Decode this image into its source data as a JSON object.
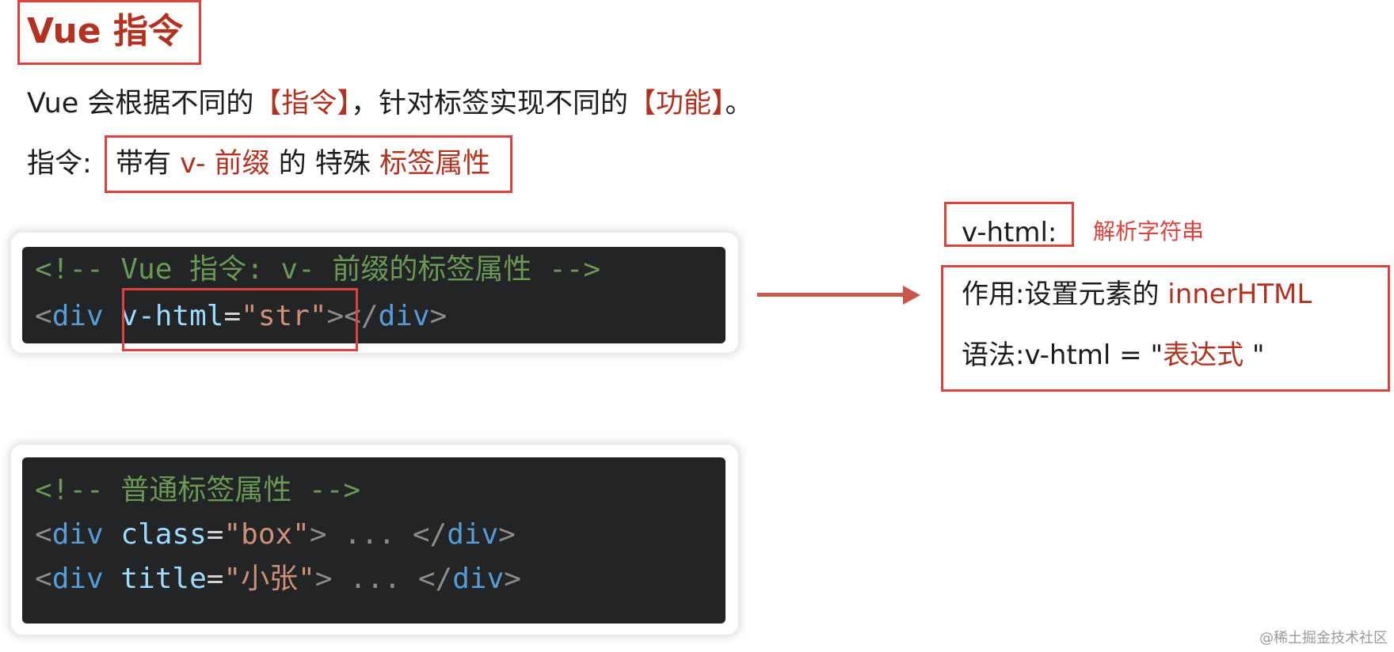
{
  "title": "Vue 指令",
  "intro": {
    "part1": "Vue 会根据不同的",
    "hl1": "【指令】",
    "part2": "，针对标签实现不同的",
    "hl2": "【功能】",
    "part3": "。"
  },
  "definition": {
    "label": "指令:",
    "part1": "带有 ",
    "hl1": "v- 前缀",
    "part2": " 的 特殊 ",
    "hl2": "标签属性"
  },
  "code_vue": {
    "line1": "<!-- Vue 指令: v- 前缀的标签属性 -->",
    "l2_open": "<",
    "l2_tag": "div",
    "l2_attr": "v-html",
    "l2_eq": "=",
    "l2_val": "\"str\"",
    "l2_close1": "></",
    "l2_tag2": "div",
    "l2_close2": ">"
  },
  "code_normal": {
    "line1": "<!-- 普通标签属性 -->",
    "l2_open": "<",
    "l2_tag": "div",
    "l2_attr": "class",
    "l2_eq": "=",
    "l2_val": "\"box\"",
    "l2_mid": "> ... </",
    "l2_tag2": "div",
    "l2_end": ">",
    "l3_open": "<",
    "l3_tag": "div",
    "l3_attr": "title",
    "l3_eq": "=",
    "l3_val": "\"小张\"",
    "l3_mid": "> ... </",
    "l3_tag2": "div",
    "l3_end": ">"
  },
  "vhtml": {
    "label": "v-html:",
    "note": "解析字符串",
    "effect_label": "作用:设置元素的 ",
    "effect_value": "innerHTML",
    "syntax_label": "语法:v-html = \"",
    "syntax_value": "表达式",
    "syntax_end": " \""
  },
  "watermark": "@稀土掘金技术社区",
  "colors": {
    "accent_red": "#b5311f",
    "box_red": "#e0413a",
    "code_bg": "#232426"
  }
}
